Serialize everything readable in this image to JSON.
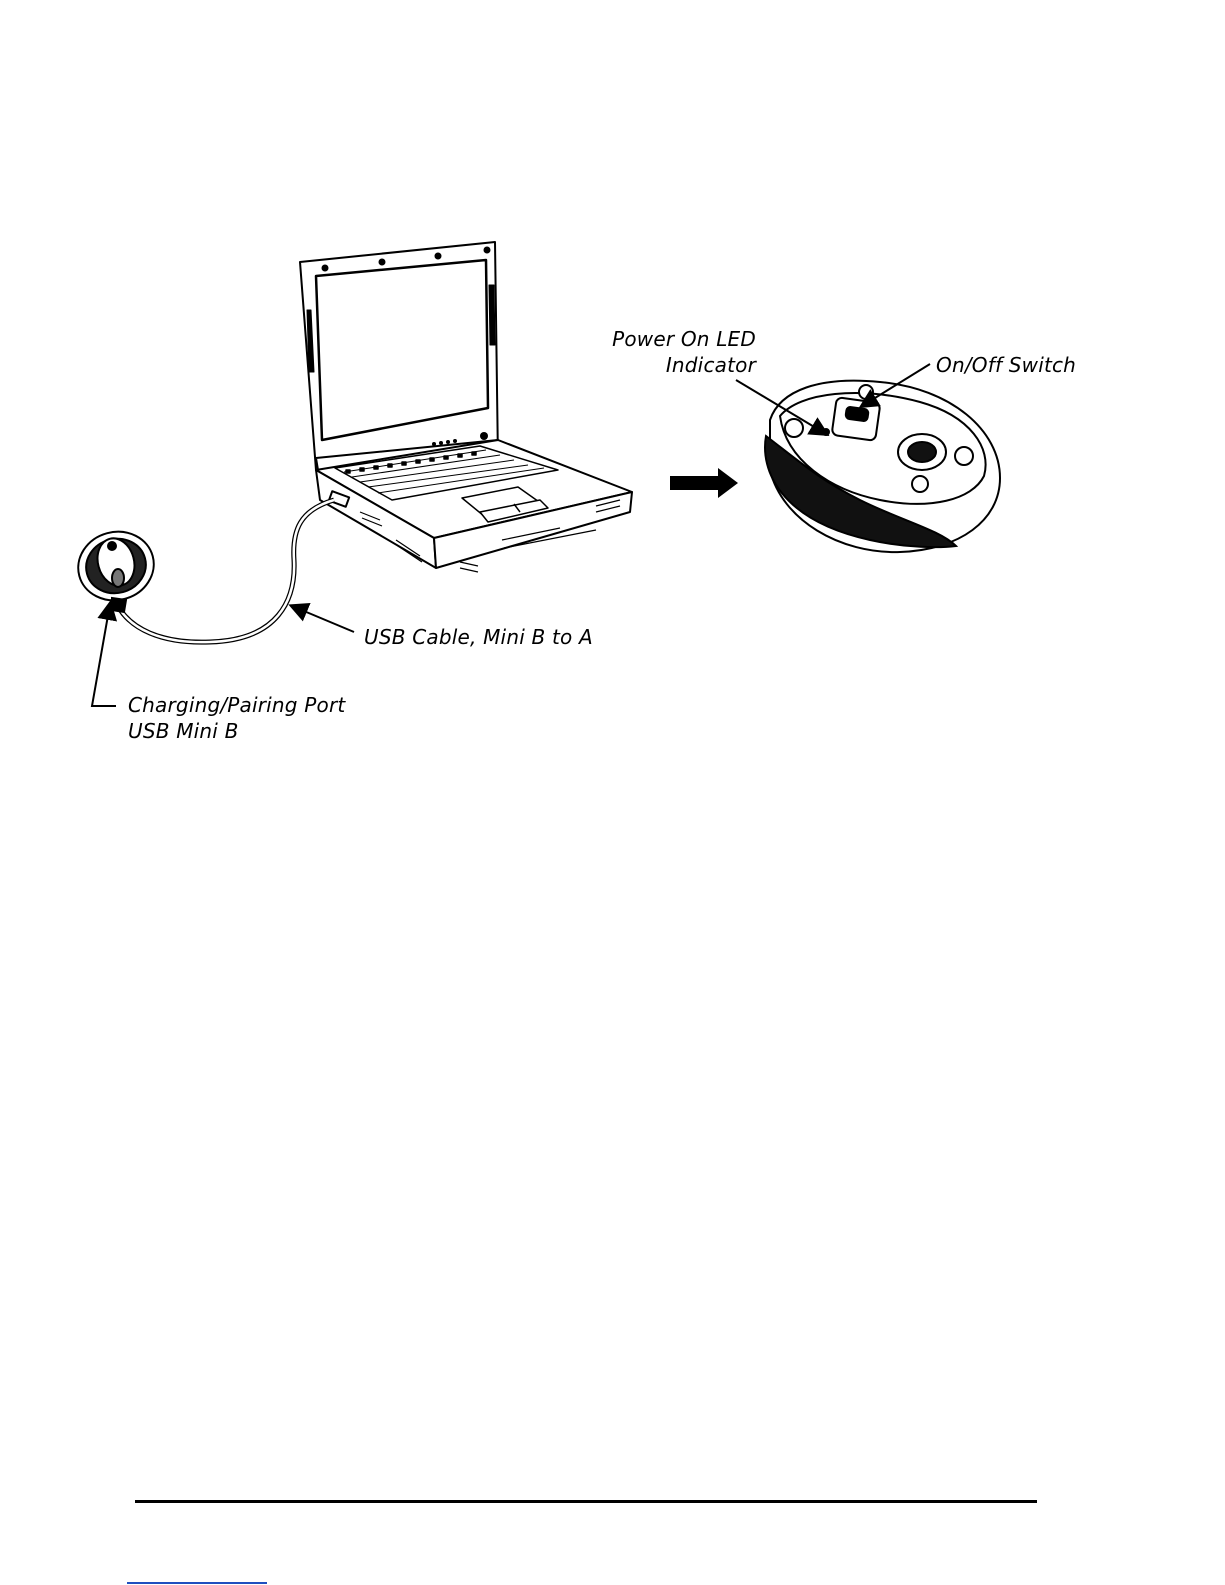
{
  "callouts": {
    "power_led_line1": "Power On LED",
    "power_led_line2": "Indicator",
    "on_off_switch": "On/Off Switch",
    "usb_cable": "USB Cable, Mini B to A",
    "charging_port_line1": "Charging/Pairing Port",
    "charging_port_line2": "USB Mini B"
  },
  "icons": {
    "laptop": "laptop-icon",
    "mouse_top": "mouse-top-icon",
    "mouse_bottom": "mouse-underside-icon",
    "cable": "usb-cable-icon",
    "arrow": "right-arrow-icon"
  }
}
